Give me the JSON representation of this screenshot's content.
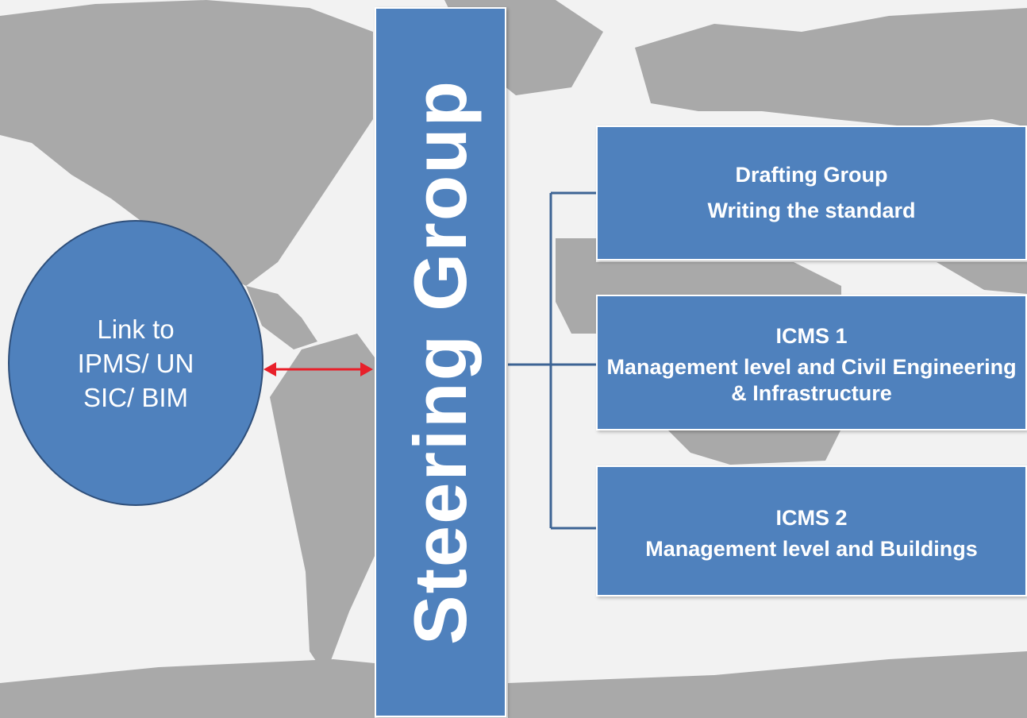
{
  "colors": {
    "box_fill": "#4f81bd",
    "connector": "#3d6494",
    "arrow": "#e8202a",
    "map_land": "#a9a9a9",
    "map_ocean": "#f2f2f2"
  },
  "nodes": {
    "steering": {
      "label": "Steering Group"
    },
    "link": {
      "label": "Link to IPMS/ UN SIC/ BIM"
    },
    "drafting": {
      "title": "Drafting Group",
      "subtitle": "Writing the standard"
    },
    "icms1": {
      "title": "ICMS 1",
      "subtitle": "Management level and Civil Engineering & Infrastructure"
    },
    "icms2": {
      "title": "ICMS 2",
      "subtitle": "Management level and Buildings"
    }
  }
}
